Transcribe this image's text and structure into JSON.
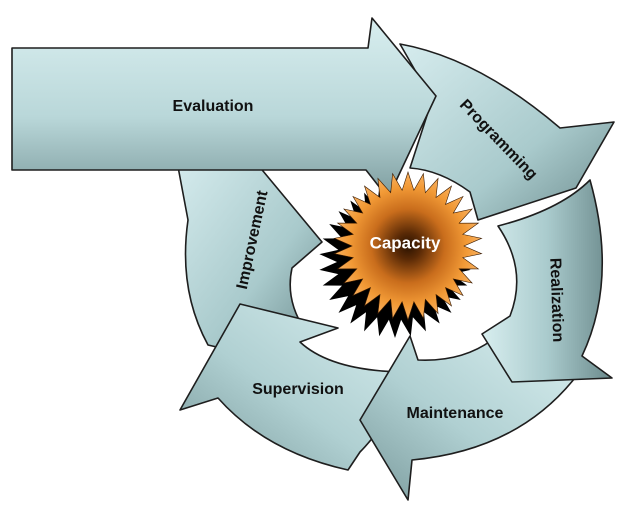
{
  "diagram": {
    "center_label": "Capacity",
    "stages": [
      {
        "key": "evaluation",
        "label": "Evaluation"
      },
      {
        "key": "programming",
        "label": "Programming"
      },
      {
        "key": "realization",
        "label": "Realization"
      },
      {
        "key": "maintenance",
        "label": "Maintenance"
      },
      {
        "key": "supervision",
        "label": "Supervision"
      },
      {
        "key": "improvement",
        "label": "Improvement"
      }
    ],
    "colors": {
      "arrow_light": "#cfe9ea",
      "arrow_dark": "#6f8f90",
      "outline": "#1e1e1e",
      "sun_orange": "#f0922c",
      "sun_core": "#2a1200"
    }
  }
}
